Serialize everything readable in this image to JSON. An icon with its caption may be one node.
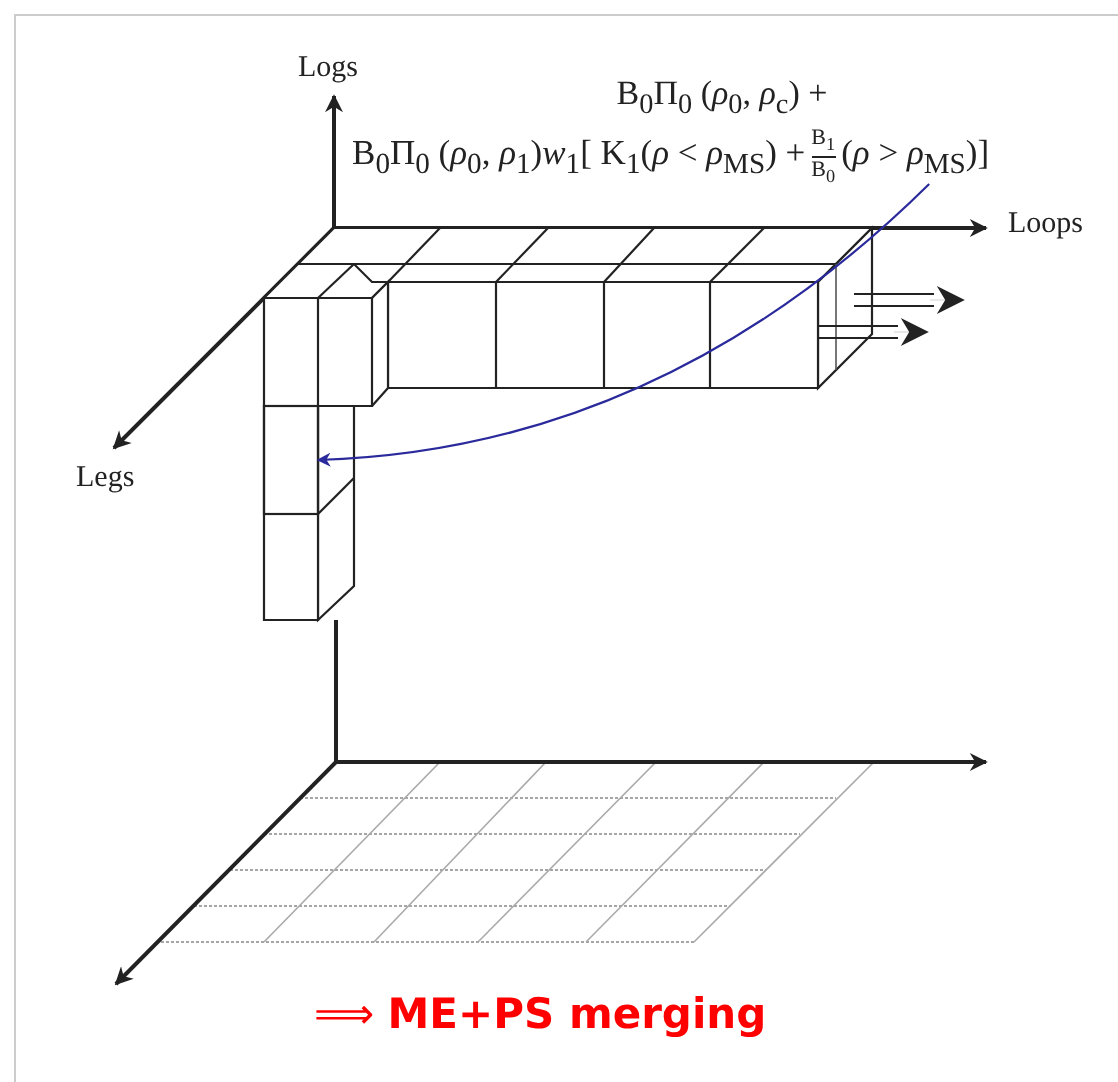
{
  "diagram": {
    "nodes": [
      {
        "text": [
          "B$_{0}$Π$_{0}$ (*ρ*$_{0}$, *ρ*$_{c}$)  +",
          "B$_{0}$Π$_{0}$ (*ρ*$_{0}$, *ρ*$_{1}$)*w*$_{1}$[ K$_{1}$(*ρ* < *ρ*$_{MS}$)  +",
          "B$_{1}$",
          "B$_{0}$",
          "(*ρ* > *ρ*$_{MS}$)]"
        ]
      },
      {
        "text": [],
        "shape": "box"
      }
    ],
    "edges": [
      {
        "from": 0,
        "to": 1,
        "arrow": "to"
      }
    ],
    "labels": [
      "Logs",
      "Loops",
      "Legs",
      "⟹ **ME+PS merging**"
    ]
  }
}
